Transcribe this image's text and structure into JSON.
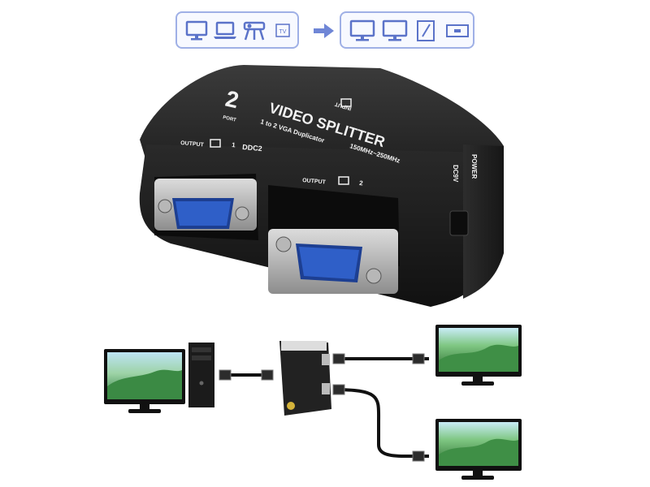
{
  "image": {
    "description_icons": {
      "sources": [
        "desktop-monitor-icon",
        "laptop-icon",
        "projector-icon",
        "tv-icon"
      ],
      "outputs": [
        "monitor-icon",
        "monitor-icon",
        "tablet-icon",
        "projector-device-icon"
      ]
    },
    "top_box": {
      "tv_label": "TV"
    },
    "device": {
      "number": "2",
      "port_word": "PORT",
      "title": "VIDEO SPLITTER",
      "subtitle": "1 to 2 VGA Duplicator",
      "spec": "150MHz~250MHz",
      "input_label": "INPUT",
      "output1_label": "OUTPUT",
      "output1_num": "1",
      "ddc_label": "DDC2",
      "output2_label": "OUTPUT",
      "output2_num": "2",
      "power_label": "POWER",
      "dc_label": "DC9V"
    },
    "colors": {
      "box_border": "#9fb0e6",
      "icon_blue": "#5b73c9",
      "arrow_blue": "#6f86d6",
      "device_body": "#2b2b2b",
      "vga_blue": "#2f5fc8"
    }
  }
}
